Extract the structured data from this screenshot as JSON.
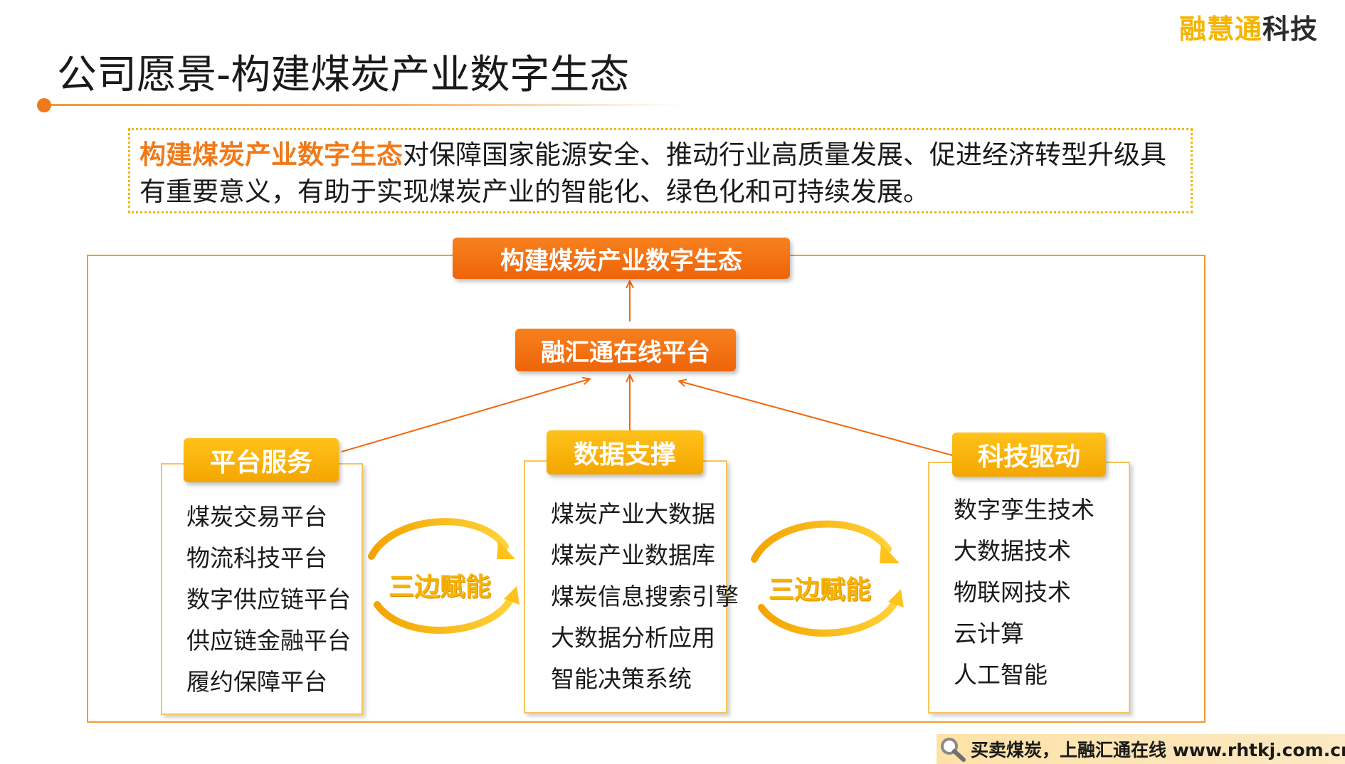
{
  "brand": {
    "part1": "融慧通",
    "part2": "科技"
  },
  "title": "公司愿景-构建煤炭产业数字生态",
  "intro": {
    "highlight": "构建煤炭产业数字生态",
    "text": "对保障国家能源安全、推动行业高质量发展、促进经济转型升级具有重要意义，有助于实现煤炭产业的智能化、绿色化和可持续发展。"
  },
  "diagram": {
    "top_label": "构建煤炭产业数字生态",
    "platform_label": "融汇通在线平台",
    "columns": [
      {
        "title": "平台服务",
        "items": [
          "煤炭交易平台",
          "物流科技平台",
          "数字供应链平台",
          "供应链金融平台",
          "履约保障平台"
        ]
      },
      {
        "title": "数据支撑",
        "items": [
          "煤炭产业大数据",
          "煤炭产业数据库",
          "煤炭信息搜索引擎",
          "大数据分析应用",
          "智能决策系统"
        ]
      },
      {
        "title": "科技驱动",
        "items": [
          "数字孪生技术",
          "大数据技术",
          "物联网技术",
          "云计算",
          "人工智能"
        ]
      }
    ],
    "cycle_labels": [
      "三边赋能",
      "三边赋能"
    ]
  },
  "footer": {
    "text": "买卖煤炭，上融汇通在线 www.rhtkj.com.cn",
    "icon": "magnifier-icon"
  },
  "colors": {
    "orange": "#ef6a0e",
    "gold": "#f5b400",
    "frame": "#f39a33"
  }
}
